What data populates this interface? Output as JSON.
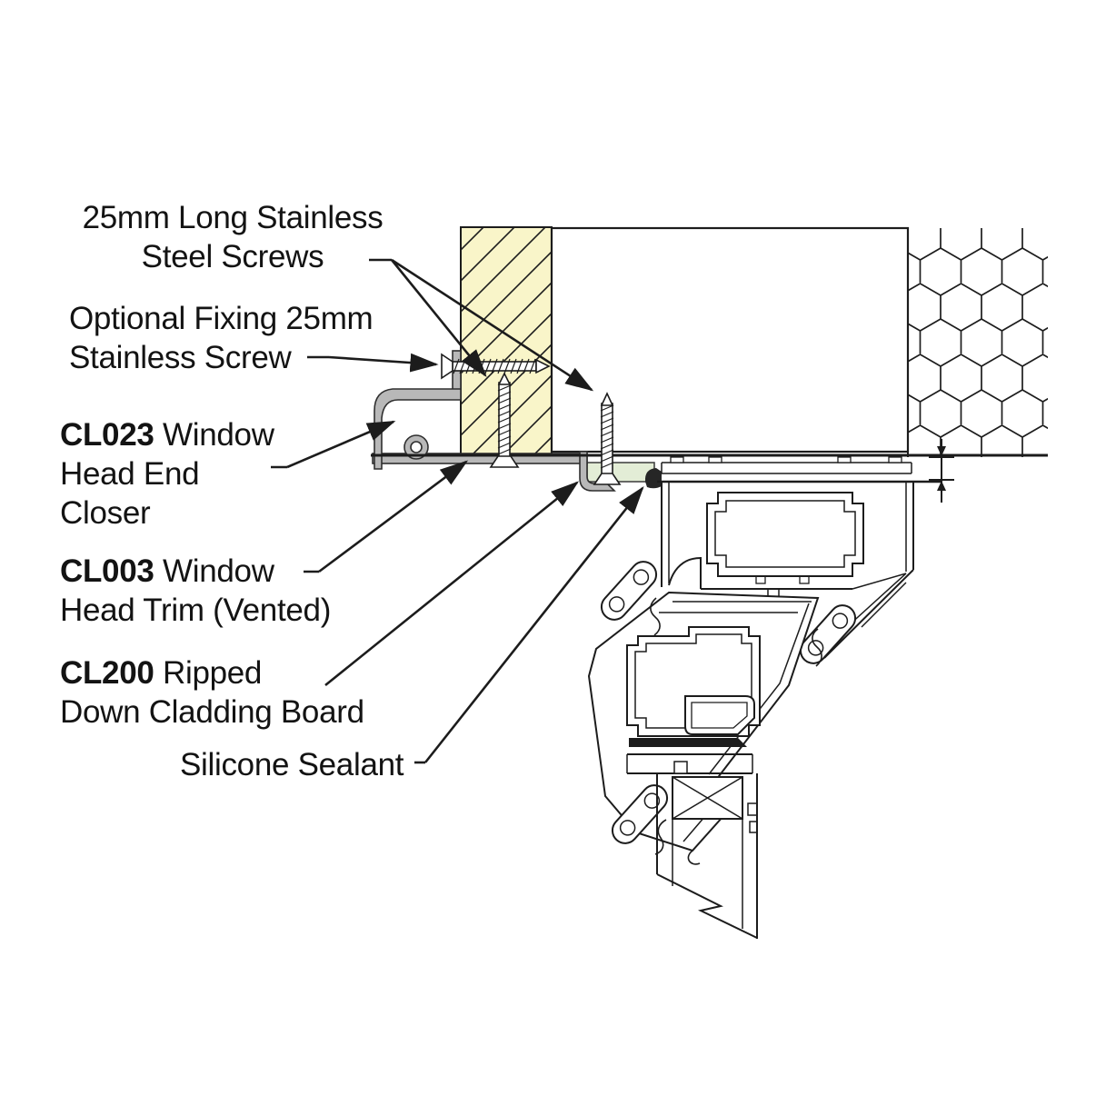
{
  "diagram": {
    "kind": "construction-detail-cross-section",
    "subject": "Window head cladding detail"
  },
  "labels": {
    "screws": {
      "line1": "25mm Long Stainless",
      "line2": "Steel Screws"
    },
    "optional": {
      "line1": "Optional Fixing 25mm",
      "line2": "Stainless Screw"
    },
    "cl023": {
      "code": "CL023",
      "rest": " Window",
      "line2": "Head End",
      "line3": "Closer"
    },
    "cl003": {
      "code": "CL003",
      "rest": " Window",
      "line2": "Head Trim (Vented)"
    },
    "cl200": {
      "code": "CL200",
      "rest": " Ripped",
      "line2": "Down Cladding Board"
    },
    "sealant": {
      "line1": "Silicone Sealant"
    }
  },
  "colors": {
    "ink": "#1c1c1c",
    "timber_fill": "#f9f5c9",
    "aluminium_grey": "#b8b8b8",
    "board_green": "#e3edd6",
    "sealant_dark": "#262626",
    "background": "#ffffff"
  }
}
